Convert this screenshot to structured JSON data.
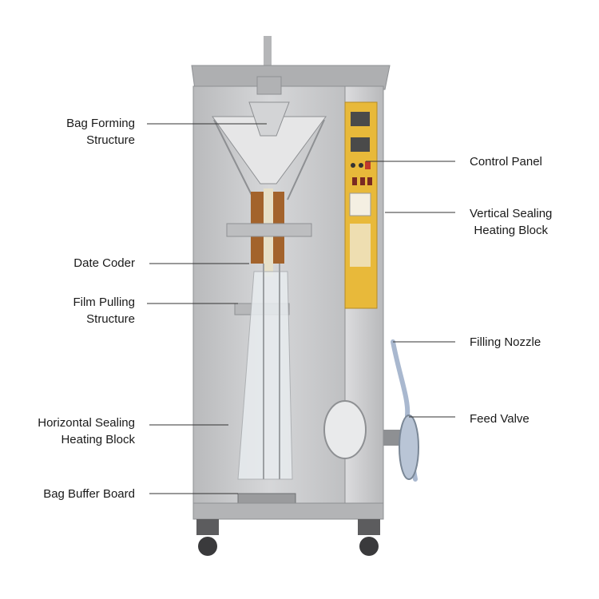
{
  "diagram": {
    "labels_left": [
      {
        "id": "bag-forming-structure",
        "text": "Bag Forming\nStructure"
      },
      {
        "id": "date-coder",
        "text": "Date Coder"
      },
      {
        "id": "film-pulling-structure",
        "text": "Film Pulling\nStructure"
      },
      {
        "id": "horizontal-sealing-heating-block",
        "text": "Horizontal Sealing\nHeating Block"
      },
      {
        "id": "bag-buffer-board",
        "text": "Bag Buffer Board"
      }
    ],
    "labels_right": [
      {
        "id": "control-panel",
        "text": "Control Panel"
      },
      {
        "id": "vertical-sealing-heating-block",
        "text": "Vertical Sealing\nHeating Block"
      },
      {
        "id": "filling-nozzle",
        "text": "Filling Nozzle"
      },
      {
        "id": "feed-valve",
        "text": "Feed Valve"
      }
    ]
  },
  "colors": {
    "steel": "#c9cacc",
    "steel_dark": "#8e9093",
    "panel_yellow": "#e8b93a",
    "copper": "#a3632c",
    "leader_line": "#333333"
  }
}
